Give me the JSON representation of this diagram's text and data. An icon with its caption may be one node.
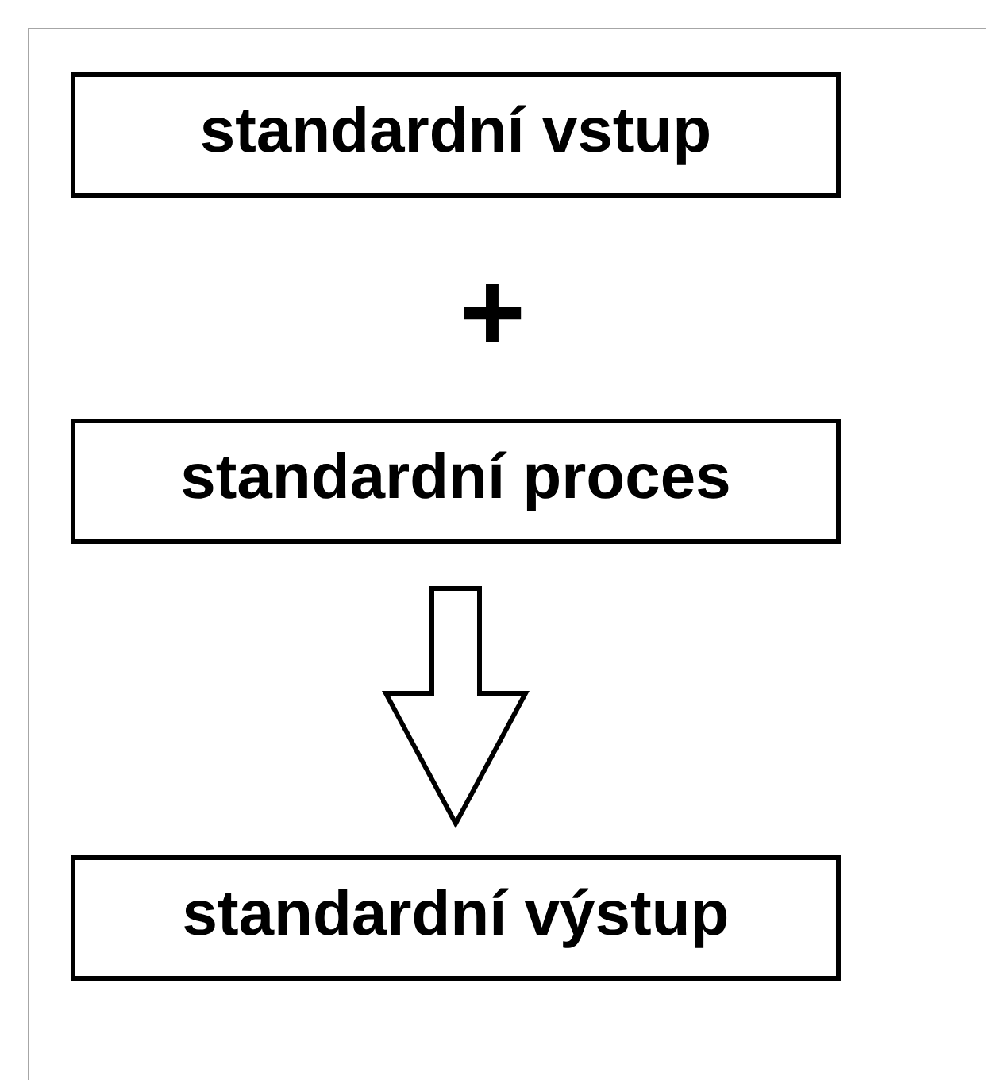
{
  "diagram": {
    "nodes": [
      {
        "text": [
          "standardní vstup"
        ]
      },
      {
        "text": [
          "standardní proces"
        ]
      },
      {
        "text": [
          "standardní výstup"
        ]
      }
    ],
    "edges": [
      {
        "from": 1,
        "to": 2,
        "arrow": "to"
      }
    ],
    "labels": [
      "+"
    ]
  }
}
